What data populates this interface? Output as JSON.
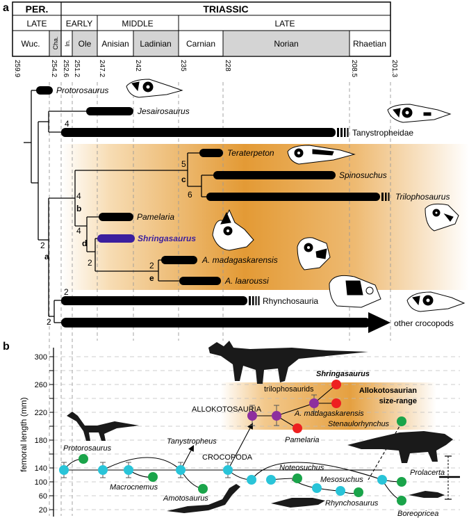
{
  "panel_a_label": "a",
  "panel_b_label": "b",
  "timescale": {
    "periods": [
      "PER.",
      "TRIASSIC"
    ],
    "epochs": [
      "LATE",
      "EARLY",
      "MIDDLE",
      "LATE"
    ],
    "stages": [
      "Wuc.",
      "Cha.",
      "In.",
      "Ole",
      "Anisian",
      "Ladinian",
      "Carnian",
      "Norian",
      "Rhaetian"
    ],
    "ages": [
      "259.9",
      "254.2",
      "252.6",
      "251.2",
      "247.2",
      "242",
      "235",
      "228",
      "208.5",
      "201.3"
    ]
  },
  "taxa": {
    "protorosaurus": "Protorosaurus",
    "jesairosaurus": "Jesairosaurus",
    "tanystropheidae": "Tanystropheidae",
    "teraterpeton": "Teraterpeton",
    "spinosuchus": "Spinosuchus",
    "trilophosaurus": "Trilophosaurus",
    "pamelaria": "Pamelaria",
    "shringasaurus": "Shringasaurus",
    "a_madagaskarensis": "A. madagaskarensis",
    "a_laaroussi": "A. laaroussi",
    "rhynchosauria": "Rhynchosauria",
    "other_crocopods": "other crocopods"
  },
  "node_labels": {
    "n4_top": "4",
    "n5": "5",
    "c": "c",
    "n6": "6",
    "n4_b": "4",
    "b": "b",
    "n4_d": "4",
    "d": "d",
    "n2_d": "2",
    "n2_e": "2",
    "e": "e",
    "n2_a": "2",
    "a": "a",
    "n2_rhyn": "2",
    "n2_base": "2"
  },
  "panel_b": {
    "y_axis_label": "femoral length (mm)",
    "y_ticks": [
      "300",
      "260",
      "220",
      "180",
      "140",
      "100",
      "60",
      "20"
    ],
    "size_range_label_1": "Allokotosaurian",
    "size_range_label_2": "size-range",
    "labels": {
      "shringasaurus": "Shringasaurus",
      "trilophosaurids": "trilophosaurids",
      "allokotosauria": "ALLOKOTOSAURIA",
      "a_madagaskarensis": "A. madagaskarensis",
      "stenaulorhynchus": "Stenaulorhynchus",
      "pamelaria": "Pamelaria",
      "protorosaurus": "Protorosaurus",
      "tanystropheus": "Tanystropheus",
      "crocopoda": "CROCOPODA",
      "noteosuchus": "Noteosuchus",
      "mesosuchus": "Mesosuchus",
      "prolacerta": "Prolacerta",
      "macrocnemus": "Macrocnemus",
      "amotosaurus": "Amotosaurus",
      "rhynchosaurus": "Rhynchosaurus",
      "boreopricea": "Boreopricea"
    }
  },
  "colors": {
    "orange_band": "#e8a33c",
    "shringasaurus_bar": "#3b1f9e",
    "shringasaurus_text": "#3b1f9e",
    "grey_stage": "#d4d4d4",
    "node_cyan": "#29c4d8",
    "node_green": "#1aa44a",
    "node_purple": "#8e2f9e",
    "node_red": "#ee2020"
  }
}
